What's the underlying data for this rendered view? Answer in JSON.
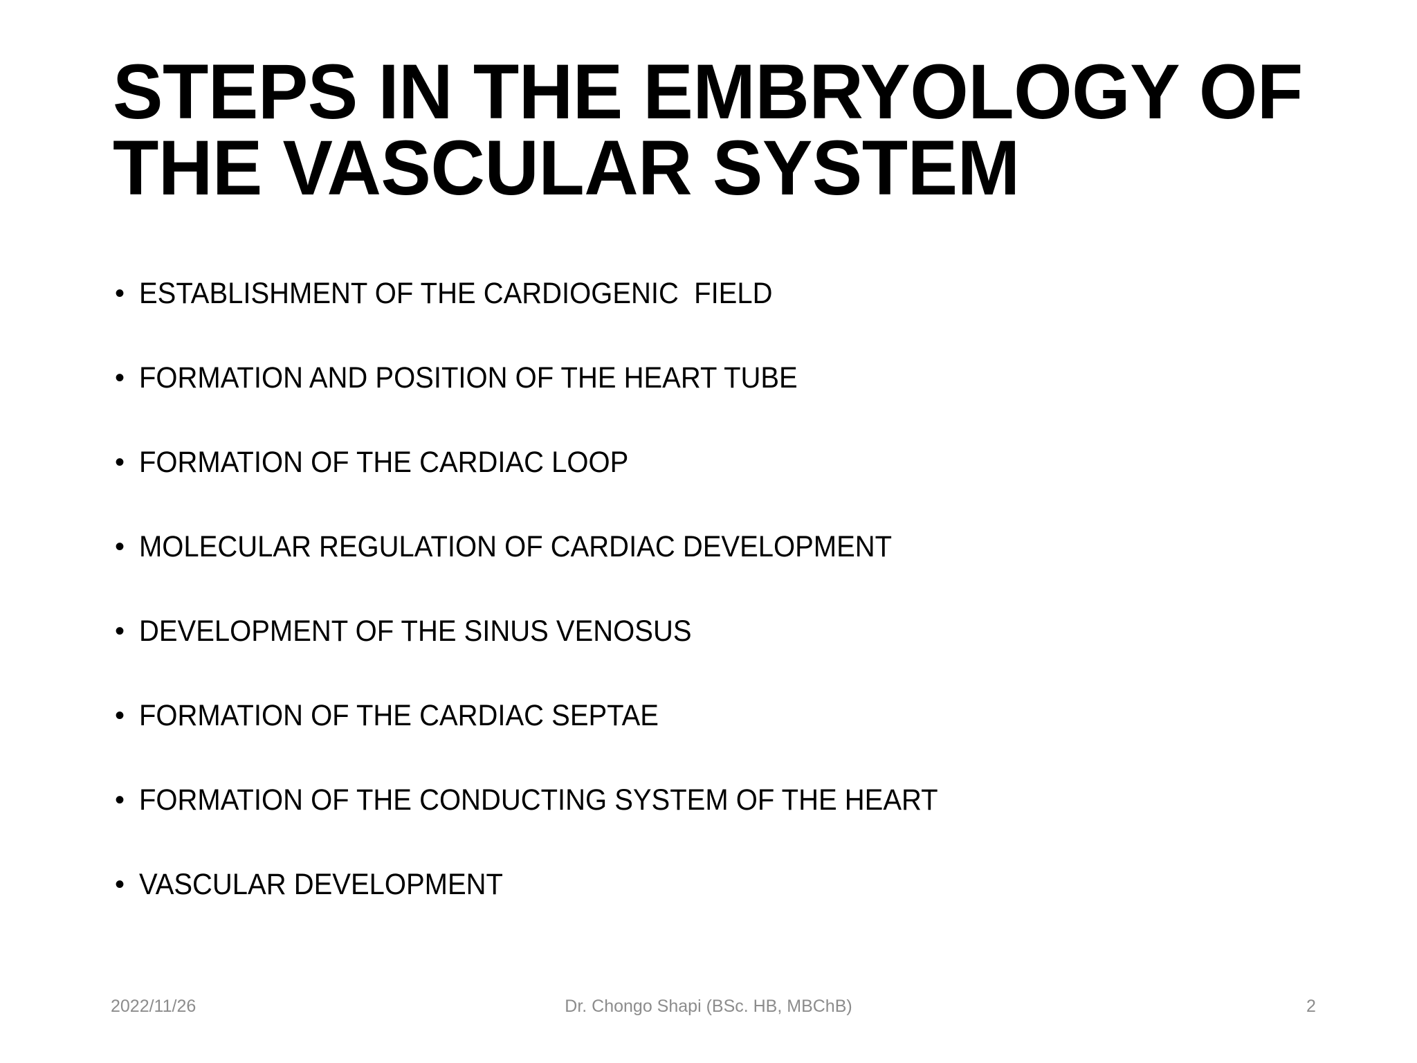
{
  "slide": {
    "background_color": "#FFFFFF",
    "text_color": "#000000",
    "footer_color": "#8C8C8C",
    "title": {
      "line1": "STEPS IN THE EMBRYOLOGY OF",
      "line2": "THE VASCULAR SYSTEM"
    },
    "bullets": [
      {
        "marker": "•",
        "text": "ESTABLISHMENT OF THE CARDIOGENIC  FIELD"
      },
      {
        "marker": "•",
        "text": "FORMATION AND POSITION OF THE HEART TUBE"
      },
      {
        "marker": "•",
        "text": "FORMATION OF THE CARDIAC LOOP"
      },
      {
        "marker": "•",
        "text": "MOLECULAR REGULATION OF CARDIAC DEVELOPMENT"
      },
      {
        "marker": "•",
        "text": "DEVELOPMENT OF THE SINUS VENOSUS"
      },
      {
        "marker": "•",
        "text": "FORMATION OF THE CARDIAC SEPTAE"
      },
      {
        "marker": "•",
        "text": "FORMATION OF THE CONDUCTING SYSTEM OF THE HEART"
      },
      {
        "marker": "•",
        "text": "VASCULAR DEVELOPMENT"
      }
    ],
    "footer": {
      "date": "2022/11/26",
      "author": "Dr. Chongo Shapi (BSc. HB, MBChB)",
      "page_number": "2"
    }
  }
}
